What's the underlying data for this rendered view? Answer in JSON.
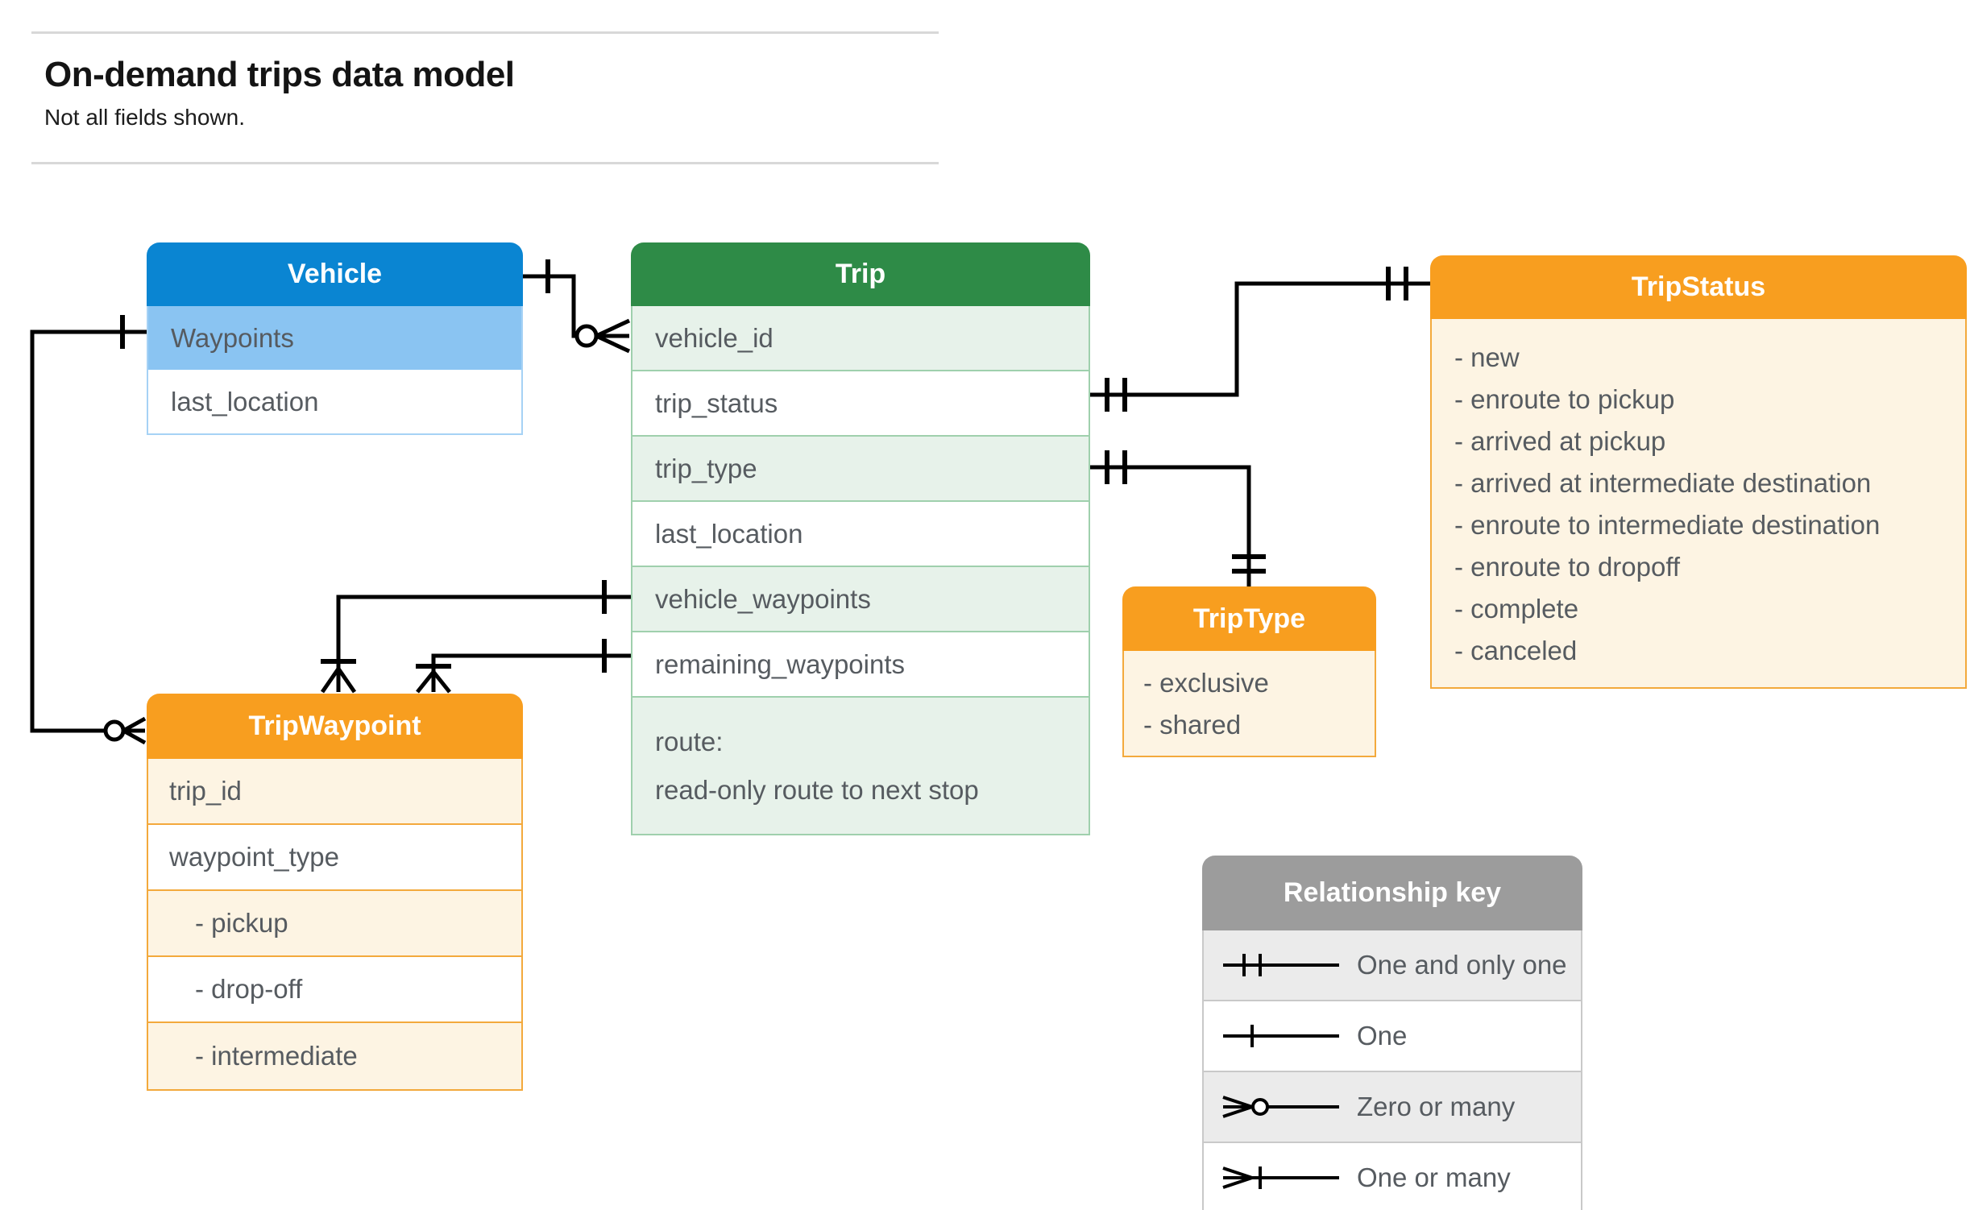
{
  "page": {
    "title": "On-demand trips data model",
    "subtitle": "Not all fields shown."
  },
  "entities": {
    "vehicle": {
      "title": "Vehicle",
      "fields": [
        "Waypoints",
        "last_location"
      ]
    },
    "trip": {
      "title": "Trip",
      "fields": [
        "vehicle_id",
        "trip_status",
        "trip_type",
        "last_location",
        "vehicle_waypoints",
        "remaining_waypoints"
      ],
      "route_field": {
        "name": "route:",
        "description": "read-only route to next stop"
      }
    },
    "tripStatus": {
      "title": "TripStatus",
      "values": [
        "- new",
        "- enroute to pickup",
        "- arrived at pickup",
        "- arrived at intermediate destination",
        "- enroute to intermediate destination",
        "- enroute to dropoff",
        "- complete",
        "- canceled"
      ]
    },
    "tripType": {
      "title": "TripType",
      "values": [
        "- exclusive",
        "- shared"
      ]
    },
    "tripWaypoint": {
      "title": "TripWaypoint",
      "fields": [
        "trip_id",
        "waypoint_type",
        "- pickup",
        "- drop-off",
        "- intermediate"
      ]
    }
  },
  "relationships": [
    {
      "from": "Vehicle",
      "to": "Trip.vehicle_id",
      "from_cardinality": "one",
      "to_cardinality": "zero-or-many"
    },
    {
      "from": "Vehicle.Waypoints",
      "to": "TripWaypoint",
      "from_cardinality": "one",
      "to_cardinality": "zero-or-many"
    },
    {
      "from": "Trip.trip_status",
      "to": "TripStatus",
      "from_cardinality": "one-and-only-one",
      "to_cardinality": "one-and-only-one"
    },
    {
      "from": "Trip.trip_type",
      "to": "TripType",
      "from_cardinality": "one-and-only-one",
      "to_cardinality": "one-and-only-one"
    },
    {
      "from": "Trip.vehicle_waypoints",
      "to": "TripWaypoint",
      "from_cardinality": "one",
      "to_cardinality": "one-or-many"
    },
    {
      "from": "Trip.remaining_waypoints",
      "to": "TripWaypoint",
      "from_cardinality": "one",
      "to_cardinality": "one-or-many"
    }
  ],
  "legend": {
    "title": "Relationship key",
    "entries": [
      {
        "symbol": "one-and-only-one",
        "label": "One and only one"
      },
      {
        "symbol": "one",
        "label": "One"
      },
      {
        "symbol": "zero-or-many",
        "label": "Zero or many"
      },
      {
        "symbol": "one-or-many",
        "label": "One or many"
      }
    ]
  },
  "colors": {
    "vehicle_header": "#0a85d2",
    "vehicle_highlight_row": "#8ac4f2",
    "vehicle_border": "#a6d2f5",
    "trip_header": "#2e8b47",
    "trip_row_tint": "#e7f2ea",
    "trip_border": "#9fd0ad",
    "orange_header": "#f89e1f",
    "orange_body": "#fdf4e3",
    "orange_border": "#f3a93c",
    "legend_header": "#9c9c9c",
    "legend_row_tint": "#ebebeb",
    "legend_border": "#c9c9c9",
    "connector": "#000000",
    "field_text": "#565b60"
  }
}
